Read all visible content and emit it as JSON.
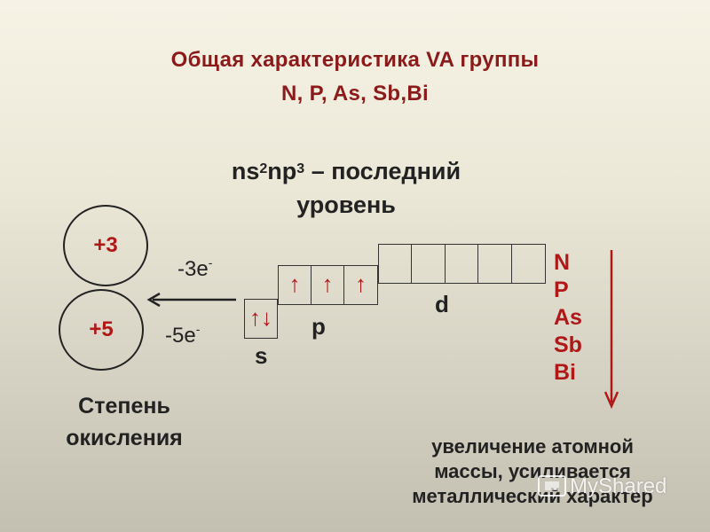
{
  "title": {
    "line1": "Общая характеристика VA группы",
    "line2": "N, P, As, Sb,Bi"
  },
  "configuration": {
    "ns": "ns",
    "s_exp": "2",
    "np": "np",
    "p_exp": "3",
    "text": " – последний",
    "line2": "уровень"
  },
  "oxidation": {
    "plus3": "+3",
    "plus5": "+5",
    "minus3e": "-3e",
    "minus5e": "-5e",
    "minus_sup": "-",
    "label_line1": "Степень",
    "label_line2": "окисления"
  },
  "orbitals": {
    "s_label": "s",
    "p_label": "p",
    "d_label": "d",
    "s_electrons": "↑↓",
    "p_electrons": [
      "↑",
      "↑",
      "↑"
    ]
  },
  "group_elements": [
    "N",
    "P",
    "As",
    "Sb",
    "Bi"
  ],
  "trend": {
    "line1": "увеличение атомной",
    "line2": "массы, усиливается",
    "line3": "металлический характер"
  },
  "watermark": "MyShared",
  "colors": {
    "accent_red": "#b01818",
    "title_red": "#8b1a1a",
    "text": "#222222"
  }
}
